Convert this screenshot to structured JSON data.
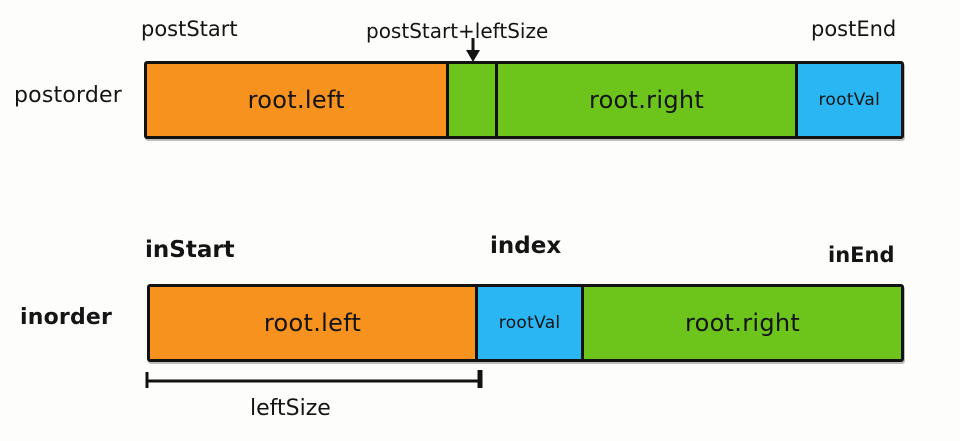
{
  "diagram": {
    "title": "postorder / inorder array partition diagram",
    "colors": {
      "left_subtree": "#F7921E",
      "right_subtree": "#6DC51C",
      "root_value": "#29B6F2",
      "outline": "#121212",
      "background": "#FDFDFB"
    },
    "rows": [
      {
        "id": "postorder",
        "row_label": "postorder",
        "markers": [
          {
            "name": "post-start",
            "text": "postStart"
          },
          {
            "name": "post-mid",
            "text": "postStart+leftSize"
          },
          {
            "name": "post-end",
            "text": "postEnd"
          }
        ],
        "segments": [
          {
            "name": "postorder-left-segment",
            "text": "root.left",
            "color": "#F7921E",
            "width_pct": 40.0,
            "text_size": "big"
          },
          {
            "name": "postorder-gap-segment",
            "text": "",
            "color": "#6DC51C",
            "width_pct": 6.6,
            "text_size": "small"
          },
          {
            "name": "postorder-right-segment",
            "text": "root.right",
            "color": "#6DC51C",
            "width_pct": 39.7,
            "text_size": "big"
          },
          {
            "name": "postorder-rootval-segment",
            "text": "rootVal",
            "color": "#29B6F2",
            "width_pct": 13.7,
            "text_size": "small"
          }
        ]
      },
      {
        "id": "inorder",
        "row_label": "inorder",
        "markers": [
          {
            "name": "in-start",
            "text": "inStart"
          },
          {
            "name": "index",
            "text": "index"
          },
          {
            "name": "in-end",
            "text": "inEnd"
          }
        ],
        "segments": [
          {
            "name": "inorder-left-segment",
            "text": "root.left",
            "color": "#F7921E",
            "width_pct": 43.7,
            "text_size": "big"
          },
          {
            "name": "inorder-rootval-segment",
            "text": "rootVal",
            "color": "#29B6F2",
            "width_pct": 14.1,
            "text_size": "small"
          },
          {
            "name": "inorder-right-segment",
            "text": "root.right",
            "color": "#6DC51C",
            "width_pct": 42.2,
            "text_size": "big"
          }
        ],
        "measure": {
          "name": "left-size-bracket",
          "text": "leftSize"
        }
      }
    ]
  }
}
